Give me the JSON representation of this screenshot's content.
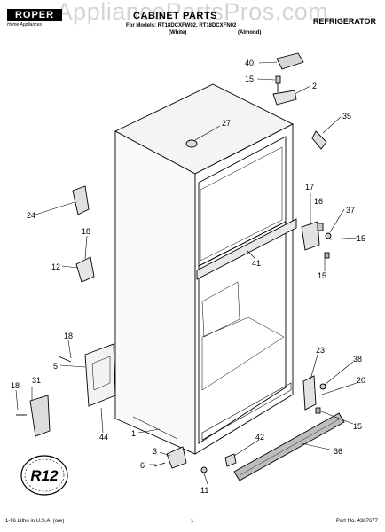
{
  "watermark": "AppliancePartsPros.com",
  "header": {
    "brand": "ROPER",
    "brand_sub": "Home Appliances",
    "title": "CABINET PARTS",
    "models": "For Models: RT18DCXFW02, RT18DCXFN02",
    "variant_a": "(White)",
    "variant_b": "(Almond)",
    "category": "REFRIGERATOR"
  },
  "diagram": {
    "callouts": [
      "40",
      "15",
      "2",
      "27",
      "35",
      "24",
      "17",
      "16",
      "37",
      "18",
      "15",
      "12",
      "41",
      "15",
      "18",
      "5",
      "23",
      "38",
      "20",
      "18",
      "31",
      "15",
      "44",
      "1",
      "42",
      "36",
      "3",
      "6",
      "11"
    ],
    "badge": "R12"
  },
  "footer": {
    "left": "1-96 Litho in U.S.A. (ore)",
    "page": "1",
    "part_no": "Part No. 4387677"
  }
}
